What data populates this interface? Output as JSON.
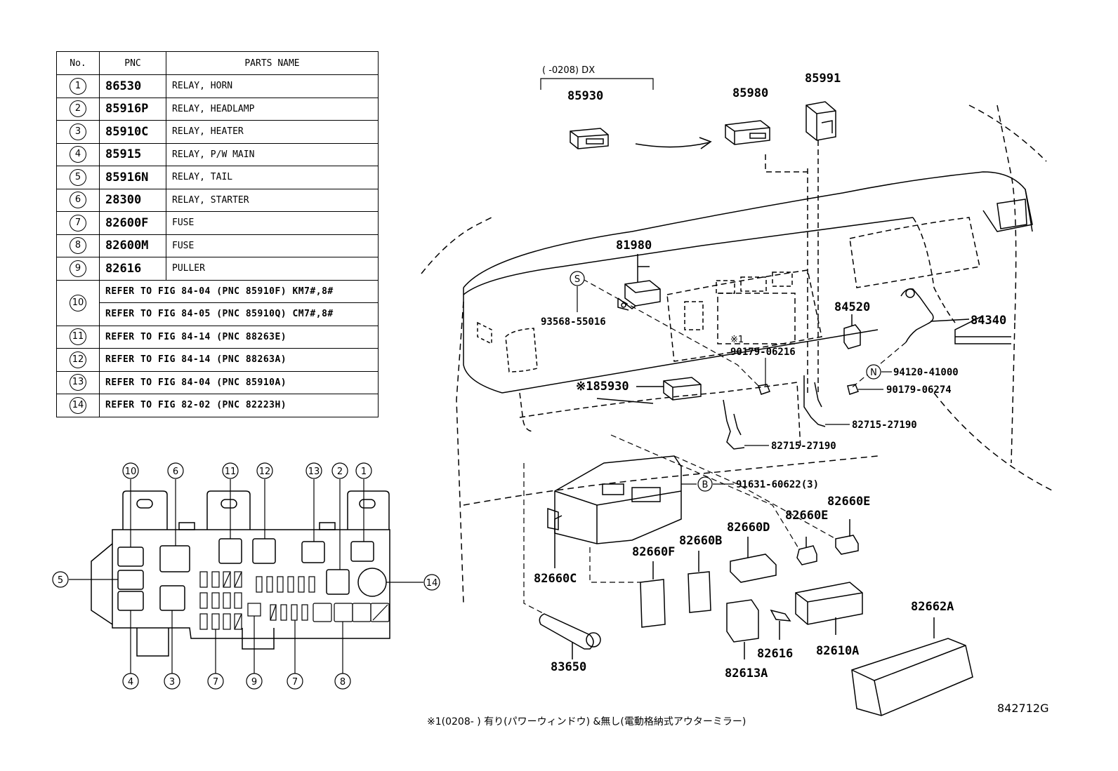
{
  "table": {
    "headers": [
      "No.",
      "PNC",
      "PARTS NAME"
    ],
    "rows": [
      {
        "no": "1",
        "pnc": "86530",
        "name": "RELAY, HORN"
      },
      {
        "no": "2",
        "pnc": "85916P",
        "name": "RELAY, HEADLAMP"
      },
      {
        "no": "3",
        "pnc": "85910C",
        "name": "RELAY, HEATER"
      },
      {
        "no": "4",
        "pnc": "85915",
        "name": "RELAY, P/W MAIN"
      },
      {
        "no": "5",
        "pnc": "85916N",
        "name": "RELAY, TAIL"
      },
      {
        "no": "6",
        "pnc": "28300",
        "name": "RELAY, STARTER"
      },
      {
        "no": "7",
        "pnc": "82600F",
        "name": "FUSE"
      },
      {
        "no": "8",
        "pnc": "82600M",
        "name": "FUSE"
      },
      {
        "no": "9",
        "pnc": "82616",
        "name": "PULLER"
      }
    ],
    "ref_rows": [
      {
        "no": "10",
        "refs": [
          "REFER TO FIG 84-04 (PNC 85910F) KM7#,8#",
          "REFER TO FIG 84-05 (PNC 85910Q) CM7#,8#"
        ]
      },
      {
        "no": "11",
        "refs": [
          "REFER TO FIG 84-14 (PNC 88263E)"
        ]
      },
      {
        "no": "12",
        "refs": [
          "REFER TO FIG 84-14 (PNC 88263A)"
        ]
      },
      {
        "no": "13",
        "refs": [
          "REFER TO FIG 84-04 (PNC 85910A)"
        ]
      },
      {
        "no": "14",
        "refs": [
          "REFER TO FIG 82-02 (PNC 82223H)"
        ]
      }
    ]
  },
  "block_callouts": {
    "top": [
      "10",
      "6",
      "11",
      "12",
      "13",
      "2",
      "1"
    ],
    "left": "5",
    "right": "14",
    "bottom": [
      "4",
      "3",
      "7",
      "9",
      "7",
      "8"
    ]
  },
  "parts": {
    "dx_label": "(      -0208) DX",
    "p85930": "85930",
    "p85980": "85980",
    "p85991": "85991",
    "p81980": "81980",
    "s_marker": "S",
    "p93568": "93568-55016",
    "star1": "※1",
    "p90179a": "90179-06216",
    "p84520": "84520",
    "p84340": "84340",
    "n_marker": "N",
    "p94120": "94120-41000",
    "p90179b": "90179-06274",
    "star1_85930": "※185930",
    "p82715a": "82715-27190",
    "p82715b": "82715-27190",
    "b_marker": "B",
    "p91631": "91631-60622(3)",
    "p82660E1": "82660E",
    "p82660E2": "82660E",
    "p82660D": "82660D",
    "p82660B": "82660B",
    "p82660F": "82660F",
    "p82660C": "82660C",
    "p82662A": "82662A",
    "p83650": "83650",
    "p82616": "82616",
    "p82610A": "82610A",
    "p82613A": "82613A"
  },
  "footnote": "※1(0208-      ) 有り(パワーウィンドウ) &無し(電動格納式アウターミラー)",
  "fig_code": "842712G"
}
